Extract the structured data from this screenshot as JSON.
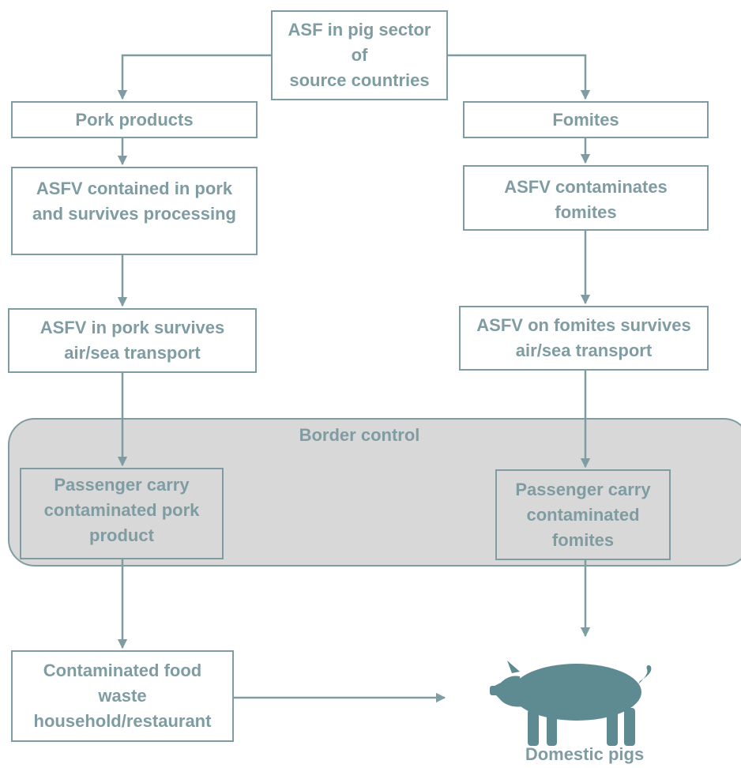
{
  "nodes": {
    "source": [
      "ASF in pig sector",
      "of",
      "source countries"
    ],
    "pork_products": [
      "Pork products"
    ],
    "fomites": [
      "Fomites"
    ],
    "asfv_pork": [
      "ASFV contained in pork",
      "and survives processing"
    ],
    "asfv_fomites": [
      "ASFV contaminates",
      "fomites"
    ],
    "pork_transport": [
      "ASFV in pork survives",
      "air/sea transport"
    ],
    "fomites_transport": [
      "ASFV on fomites survives",
      "air/sea transport"
    ],
    "passenger_pork": [
      "Passenger carry",
      "contaminated pork",
      "product"
    ],
    "passenger_fomites": [
      "Passenger carry",
      "contaminated",
      "fomites"
    ],
    "food_waste": [
      "Contaminated food",
      "waste",
      "household/restaurant"
    ]
  },
  "border_control_label": "Border control",
  "pig_caption": "Domestic pigs",
  "icons": {
    "pig": "pig-icon"
  },
  "colors": {
    "stroke": "#7f9ca3",
    "text": "#7f9ca3",
    "region_fill": "#d8d8d8",
    "pig": "#5e8a92"
  }
}
